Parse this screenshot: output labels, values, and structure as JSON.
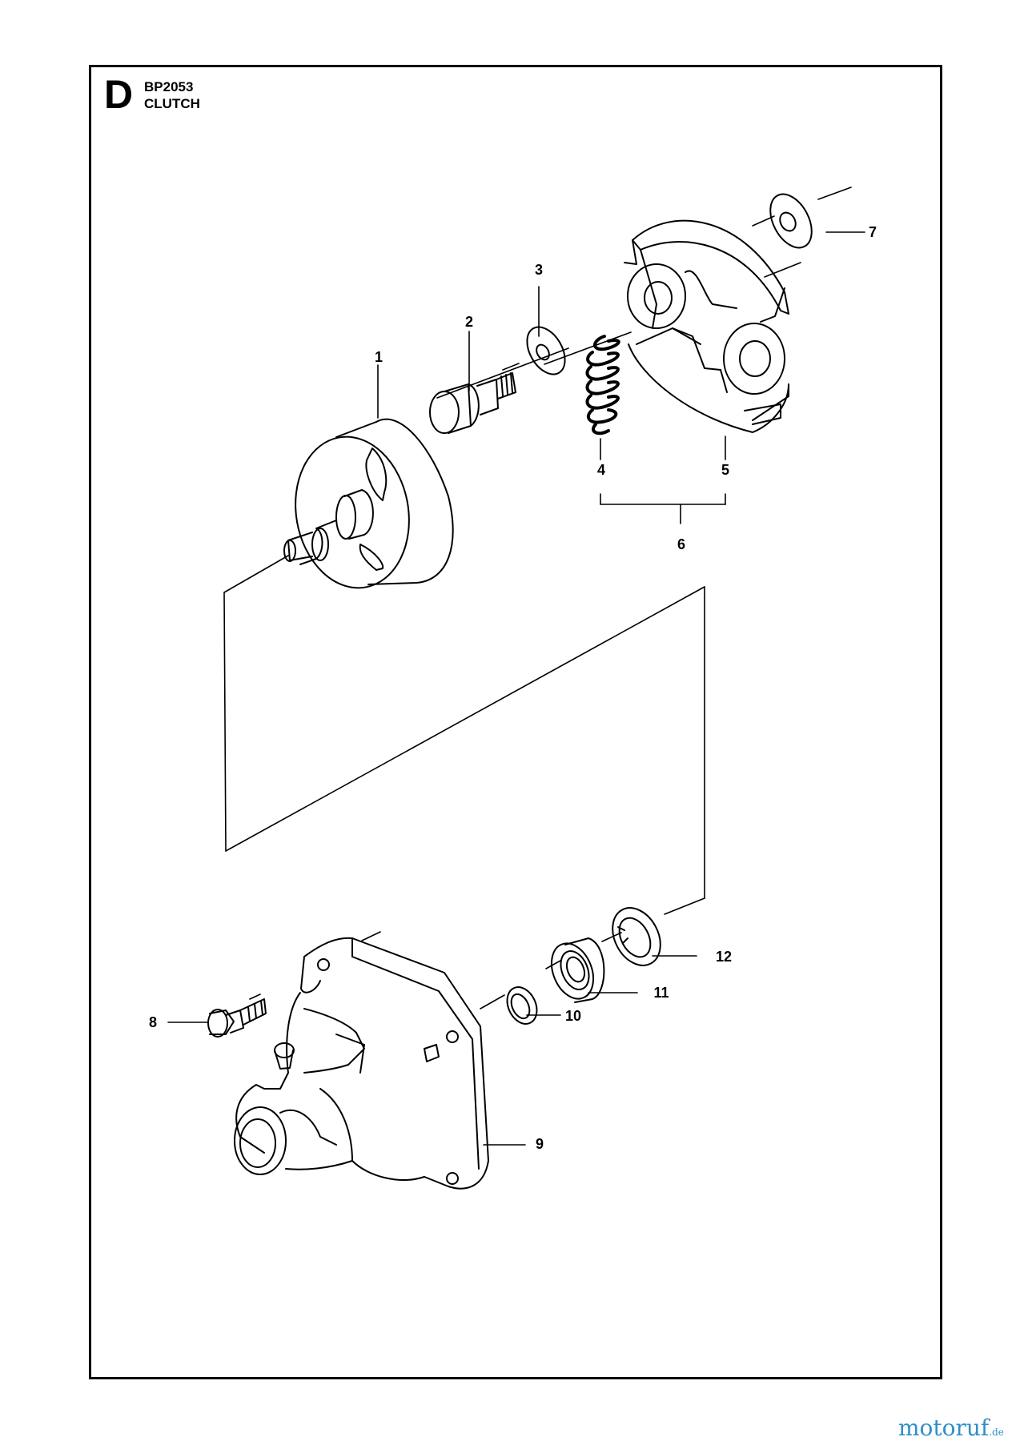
{
  "header": {
    "section_letter": "D",
    "model_code": "BP2053",
    "title": "CLUTCH"
  },
  "callouts": [
    "1",
    "2",
    "3",
    "4",
    "5",
    "6",
    "7",
    "8",
    "9",
    "10",
    "11",
    "12"
  ],
  "watermark": {
    "brand": "motoruf",
    "domain": ".de",
    "colors": [
      "#3c84c5",
      "#e07a2a",
      "#4da64a",
      "#d23b3b"
    ]
  }
}
